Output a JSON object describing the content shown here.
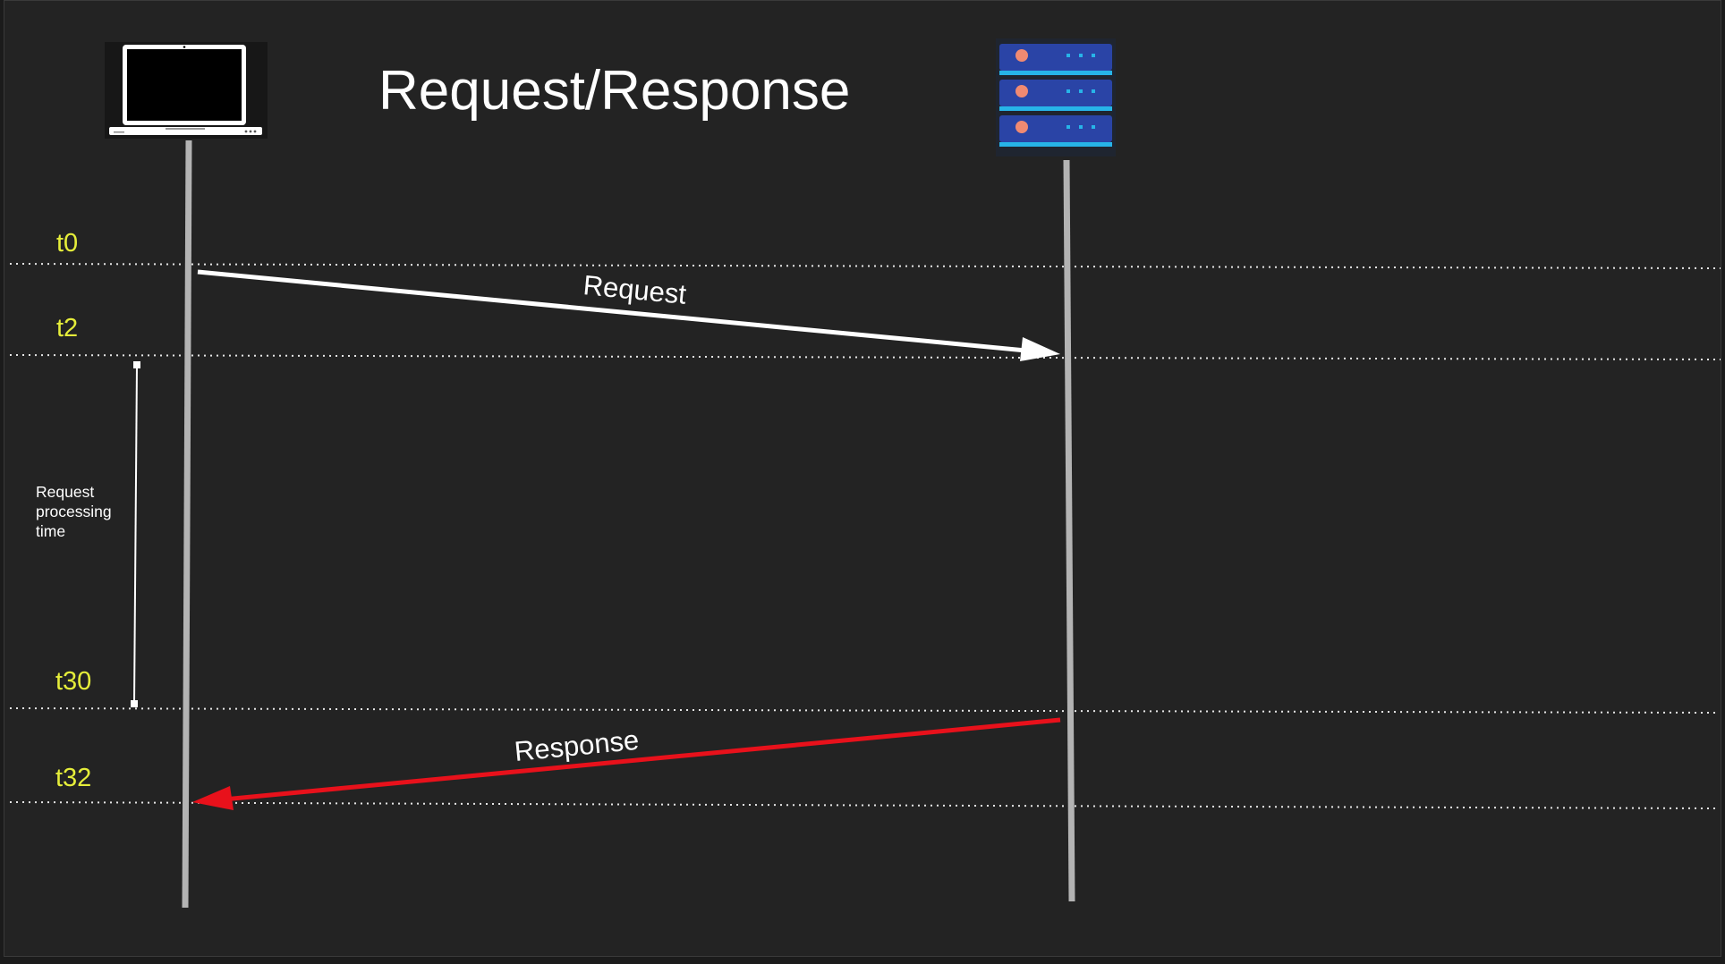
{
  "diagram": {
    "title": "Request/Response",
    "participants": [
      {
        "name": "client",
        "icon": "laptop-icon"
      },
      {
        "name": "server",
        "icon": "server-rack-icon"
      }
    ],
    "time_markers": [
      "t0",
      "t2",
      "t30",
      "t32"
    ],
    "messages": [
      {
        "label": "Request",
        "from": "client",
        "to": "server",
        "sent": "t0",
        "received": "t2",
        "color": "#ffffff"
      },
      {
        "label": "Response",
        "from": "server",
        "to": "client",
        "sent": "t30",
        "received": "t32",
        "color": "#e8111b"
      }
    ],
    "interval": {
      "label_lines": [
        "Request",
        "processing",
        "time"
      ],
      "start": "t2",
      "end": "t30"
    },
    "colors": {
      "background": "#232323",
      "time_label": "#e5ed3a",
      "lifeline": "#b3b3b3",
      "response_arrow": "#e8111b",
      "server_unit": "#2a44a6",
      "server_stripe": "#27b4e8",
      "server_led": "#f08a72"
    }
  }
}
